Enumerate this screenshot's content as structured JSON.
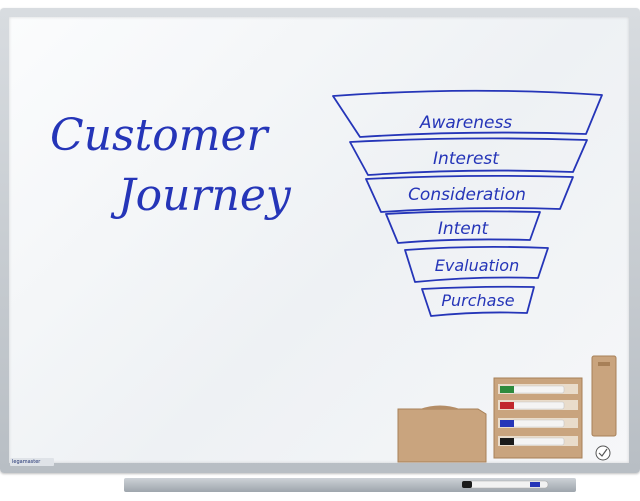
{
  "title_lines": [
    "Customer",
    "Journey"
  ],
  "funnel": [
    {
      "label": "Awareness"
    },
    {
      "label": "Interest"
    },
    {
      "label": "Consideration"
    },
    {
      "label": "Intent"
    },
    {
      "label": "Evaluation"
    },
    {
      "label": "Purchase"
    }
  ],
  "brand": "legamaster",
  "colors": {
    "ink": "#2535b8",
    "frame": "#c3c8cd",
    "wood": "#c9a47e"
  },
  "markers": [
    {
      "name": "green-marker",
      "color": "#2e8b3d"
    },
    {
      "name": "red-marker",
      "color": "#c1272d"
    },
    {
      "name": "blue-marker",
      "color": "#2535b8"
    },
    {
      "name": "black-marker",
      "color": "#1b1b1b"
    }
  ]
}
